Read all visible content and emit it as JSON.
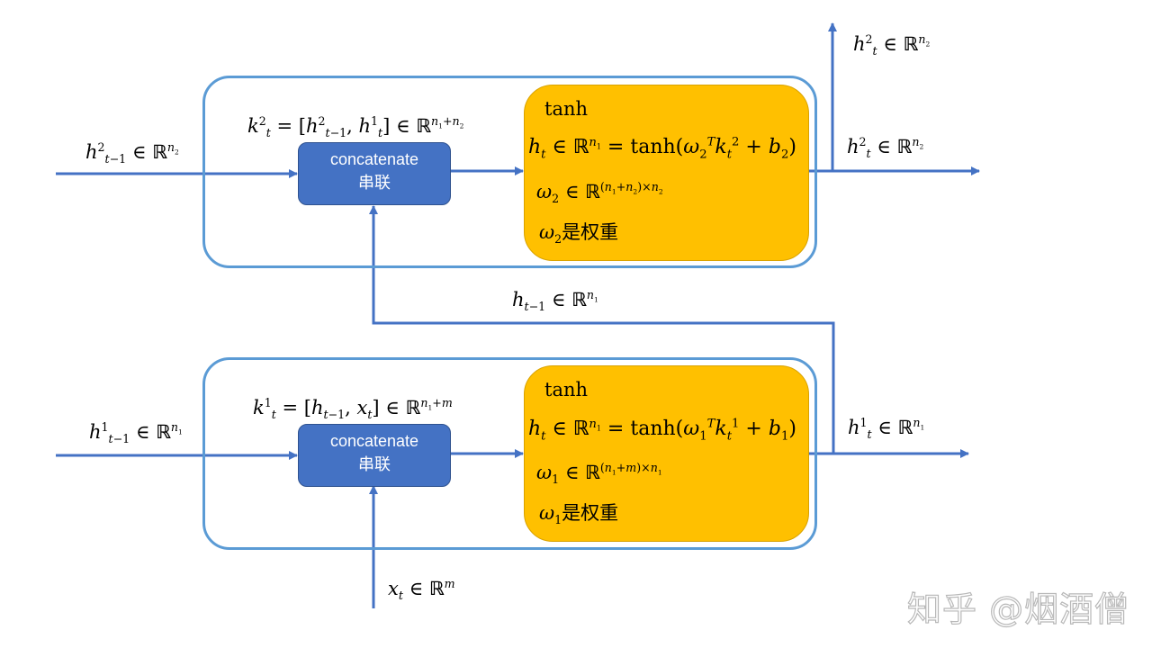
{
  "colors": {
    "cell_border": "#5b9bd5",
    "arrow": "#4472c4",
    "concat_fill": "#4472c4",
    "tanh_fill": "#ffc000"
  },
  "layer2": {
    "concat_label_en": "concatenate",
    "concat_label_zh": "串联",
    "tanh_title": "tanh",
    "weight_note": "是权重"
  },
  "layer1": {
    "concat_label_en": "concatenate",
    "concat_label_zh": "串联",
    "tanh_title": "tanh",
    "weight_note": "是权重"
  },
  "watermark": "知乎 @烟酒僧"
}
